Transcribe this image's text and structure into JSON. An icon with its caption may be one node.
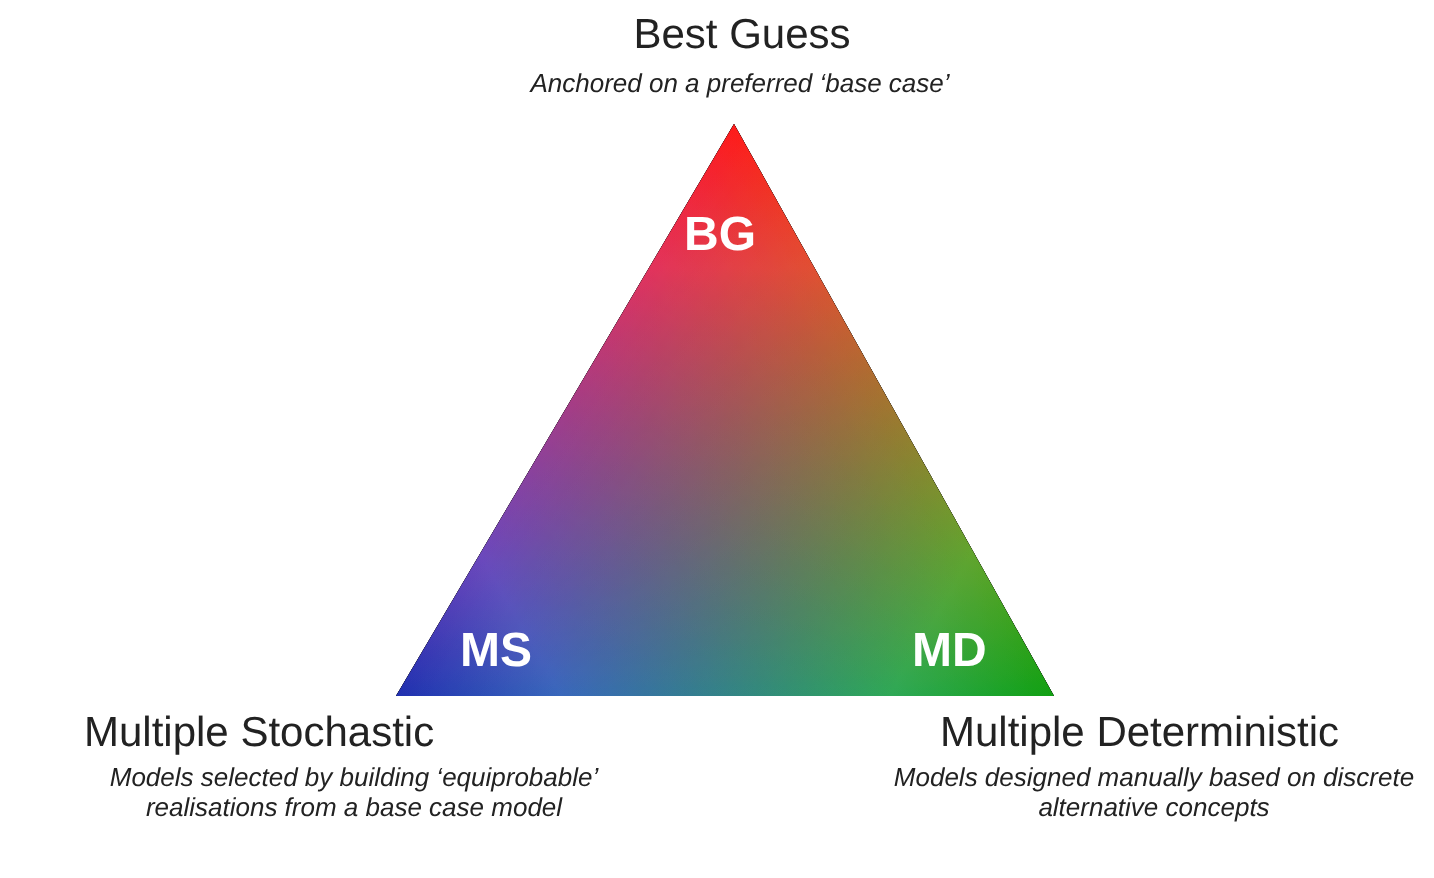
{
  "diagram": {
    "labels": [
      "Best Guess",
      "Anchored on a preferred ‘base case’",
      "BG",
      "MS",
      "MD",
      "Multiple Stochastic",
      "Models selected by building ‘equiprobable’ realisations from a base case model",
      "Multiple Deterministic",
      "Models designed manually based on discrete alternative concepts"
    ]
  }
}
